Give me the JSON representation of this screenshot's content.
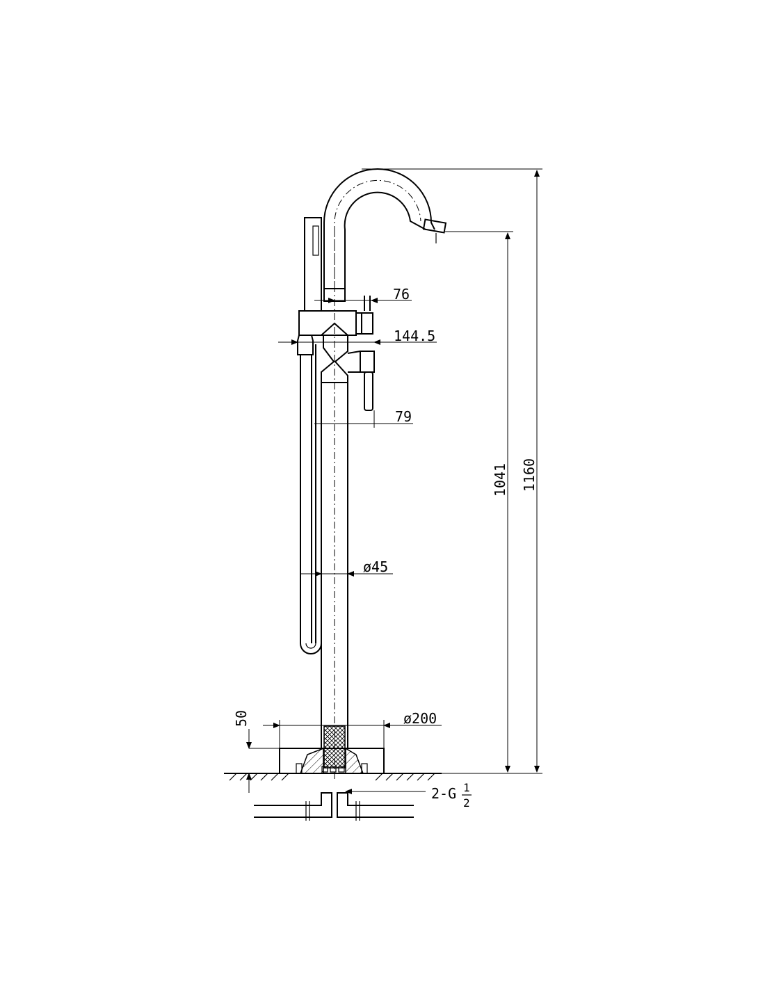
{
  "drawing": {
    "dimensions": {
      "total_height": "1160",
      "spout_height": "1041",
      "handle_offset": "76",
      "hand_shower_offset": "144.5",
      "lever_offset": "79",
      "pipe_diameter": "ø45",
      "base_diameter": "ø200",
      "base_height": "50"
    },
    "connection": {
      "prefix": "2-G",
      "fraction_numerator": "1",
      "fraction_denominator": "2"
    }
  }
}
